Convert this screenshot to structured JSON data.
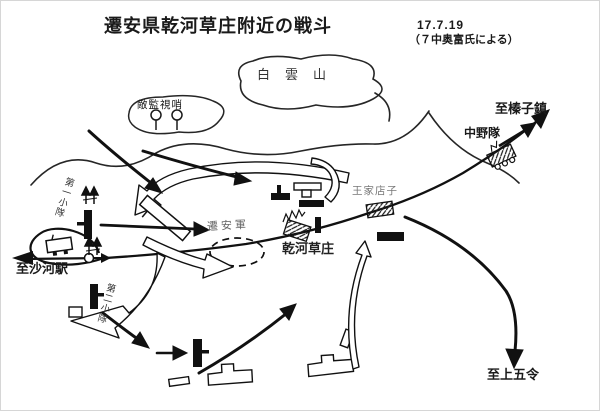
{
  "meta": {
    "title": "遷安県乾河草庄附近の戦斗",
    "date": "17.7.19",
    "source": "（７中奥富氏による）"
  },
  "labels": {
    "mountain": "白雲山",
    "enemy_lookout": "敵監視哨",
    "to_zhenzizhen": "至榛子鎮",
    "nakano_unit": "中野隊",
    "wangjiadianzi": "王家店子",
    "qianan_force": "遷安軍",
    "ganhecaozhuang": "乾河草庄",
    "to_shahe_station": "至沙河駅",
    "to_shangwuling": "至上五令",
    "platoon_1": "第一小隊",
    "platoon_2": "第二小隊"
  },
  "colors": {
    "ink": "#1a1a1a",
    "faded_ink": "#6e6e6e",
    "paper": "#ffffff"
  }
}
